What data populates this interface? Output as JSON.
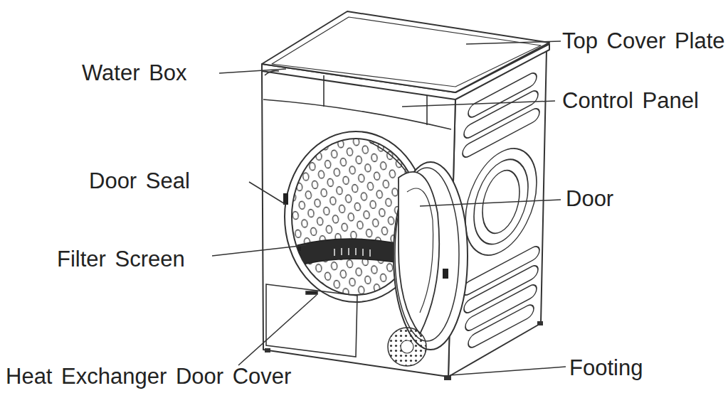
{
  "diagram": {
    "labels": [
      "Top Cover Plate",
      "Water Box",
      "Control Panel",
      "Door Seal",
      "Door",
      "Filter Screen",
      "Heat Exchanger Door Cover",
      "Footing"
    ]
  }
}
